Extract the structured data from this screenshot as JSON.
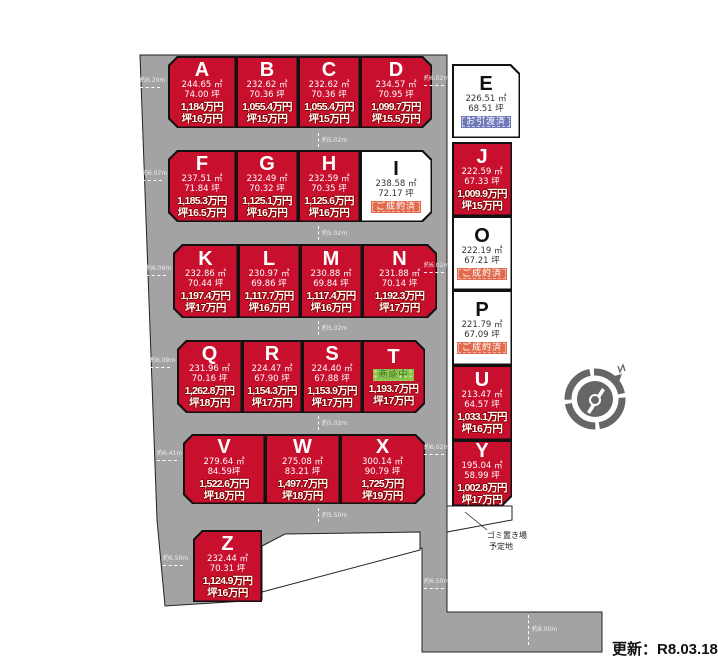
{
  "lots": [
    {
      "id": "A",
      "sqm": "244.65 ㎡",
      "tsubo": "74.00 坪",
      "price": "1,184万円",
      "tsubo_price": "坪16万円"
    },
    {
      "id": "B",
      "sqm": "232.62 ㎡",
      "tsubo": "70.36 坪",
      "price": "1,055.4万円",
      "tsubo_price": "坪15万円"
    },
    {
      "id": "C",
      "sqm": "232.62 ㎡",
      "tsubo": "70.36 坪",
      "price": "1,055.4万円",
      "tsubo_price": "坪15万円"
    },
    {
      "id": "D",
      "sqm": "234.57 ㎡",
      "tsubo": "70.95 坪",
      "price": "1,099.7万円",
      "tsubo_price": "坪15.5万円"
    },
    {
      "id": "E",
      "sqm": "226.51 ㎡",
      "tsubo": "68.51 坪",
      "status": "お引渡済",
      "status_color": "blue"
    },
    {
      "id": "F",
      "sqm": "237.51 ㎡",
      "tsubo": "71.84 坪",
      "price": "1,185.3万円",
      "tsubo_price": "坪16.5万円"
    },
    {
      "id": "G",
      "sqm": "232.49 ㎡",
      "tsubo": "70.32 坪",
      "price": "1,125.1万円",
      "tsubo_price": "坪16万円"
    },
    {
      "id": "H",
      "sqm": "232.59 ㎡",
      "tsubo": "70.35 坪",
      "price": "1,125.6万円",
      "tsubo_price": "坪16万円"
    },
    {
      "id": "I",
      "sqm": "238.58 ㎡",
      "tsubo": "72.17 坪",
      "status": "ご成約済",
      "status_color": "orange"
    },
    {
      "id": "J",
      "sqm": "222.59 ㎡",
      "tsubo": "67.33 坪",
      "price": "1,009.9万円",
      "tsubo_price": "坪15万円"
    },
    {
      "id": "K",
      "sqm": "232.86 ㎡",
      "tsubo": "70.44 坪",
      "price": "1,197.4万円",
      "tsubo_price": "坪17万円"
    },
    {
      "id": "L",
      "sqm": "230.97 ㎡",
      "tsubo": "69.86 坪",
      "price": "1,117.7万円",
      "tsubo_price": "坪16万円"
    },
    {
      "id": "M",
      "sqm": "230.88 ㎡",
      "tsubo": "69.84 坪",
      "price": "1,117.4万円",
      "tsubo_price": "坪16万円"
    },
    {
      "id": "N",
      "sqm": "231.88 ㎡",
      "tsubo": "70.14 坪",
      "price": "1,192.3万円",
      "tsubo_price": "坪17万円"
    },
    {
      "id": "O",
      "sqm": "222.19 ㎡",
      "tsubo": "67.21 坪",
      "status": "ご成約済",
      "status_color": "orange"
    },
    {
      "id": "P",
      "sqm": "221.79 ㎡",
      "tsubo": "67.09 坪",
      "status": "ご成約済",
      "status_color": "orange"
    },
    {
      "id": "Q",
      "sqm": "231.96 ㎡",
      "tsubo": "70.16 坪",
      "price": "1,262.8万円",
      "tsubo_price": "坪18万円"
    },
    {
      "id": "R",
      "sqm": "224.47 ㎡",
      "tsubo": "67.90 坪",
      "price": "1,154.3万円",
      "tsubo_price": "坪17万円"
    },
    {
      "id": "S",
      "sqm": "224.40 ㎡",
      "tsubo": "67.88 坪",
      "price": "1,153.9万円",
      "tsubo_price": "坪17万円"
    },
    {
      "id": "T",
      "status": "商談中",
      "status_color": "green",
      "price": "1,193.7万円",
      "tsubo_price": "坪17万円"
    },
    {
      "id": "U",
      "sqm": "213.47 ㎡",
      "tsubo": "64.57 坪",
      "price": "1,033.1万円",
      "tsubo_price": "坪16万円"
    },
    {
      "id": "V",
      "sqm": "279.64 ㎡",
      "tsubo": "84.59坪",
      "price": "1,522.6万円",
      "tsubo_price": "坪18万円"
    },
    {
      "id": "W",
      "sqm": "275.08 ㎡",
      "tsubo": "83.21 坪",
      "price": "1,497.7万円",
      "tsubo_price": "坪18万円"
    },
    {
      "id": "X",
      "sqm": "300.14 ㎡",
      "tsubo": "90.79 坪",
      "price": "1,725万円",
      "tsubo_price": "坪19万円"
    },
    {
      "id": "Y",
      "sqm": "195.04 ㎡",
      "tsubo": "58.99 坪",
      "price": "1,002.8万円",
      "tsubo_price": "坪17万円"
    },
    {
      "id": "Z",
      "sqm": "232.44 ㎡",
      "tsubo": "70.31 坪",
      "price": "1,124.9万円",
      "tsubo_price": "坪16万円"
    }
  ],
  "road_widths": [
    "約6.20m",
    "約6.07m",
    "約6.09m",
    "約6.09m",
    "約6.41m",
    "約6.50m",
    "約6.02m",
    "約6.02m",
    "約6.02m",
    "約5.02m",
    "約5.02m",
    "約5.02m",
    "約5.02m",
    "約5.50m",
    "約6.50m",
    "約8.00m"
  ],
  "note": [
    "ゴミ置き場",
    "予定地"
  ],
  "updated": "更新：R8.03.18",
  "colors": {
    "available": "#c8102e",
    "road": "#a0a0a0",
    "sold": "#e26b4f",
    "delivered": "#6f78b8",
    "negotiating": "#8bc34a"
  }
}
